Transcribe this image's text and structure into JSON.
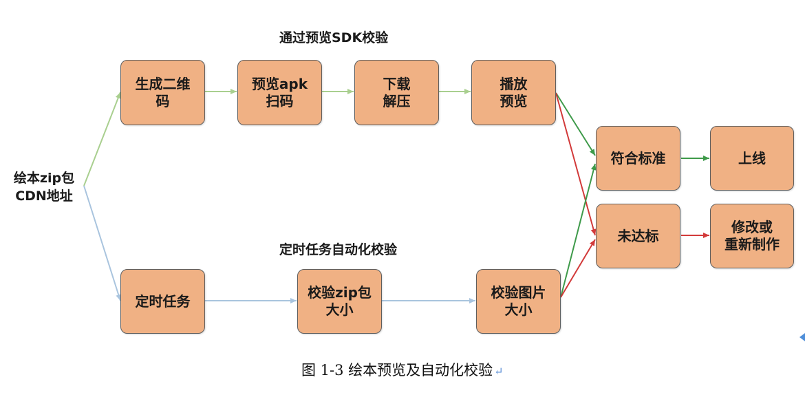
{
  "headings": {
    "top": "通过预览SDK校验",
    "bottom": "定时任务自动化校验"
  },
  "root": "绘本zip包\nCDN地址",
  "nodes": {
    "generate_qr": "生成二维\n码",
    "scan": "预览apk\n扫码",
    "download": "下载\n解压",
    "play": "播放\n预览",
    "meets_standard": "符合标准",
    "online": "上线",
    "not_met": "未达标",
    "revise": "修改或\n重新制作",
    "scheduled_task": "定时任务",
    "check_zip_size": "校验zip包\n大小",
    "check_image_size": "校验图片\n大小"
  },
  "caption": {
    "text": "图 1-3  绘本预览及自动化校验",
    "return_mark": "↵"
  },
  "colors": {
    "box_fill": "#f0b184",
    "box_border": "#5e5e5e",
    "arrow_green_light": "#a9cf8f",
    "arrow_blue_light": "#a9c4de",
    "arrow_green": "#3e9a4a",
    "arrow_red": "#d23a3a"
  }
}
